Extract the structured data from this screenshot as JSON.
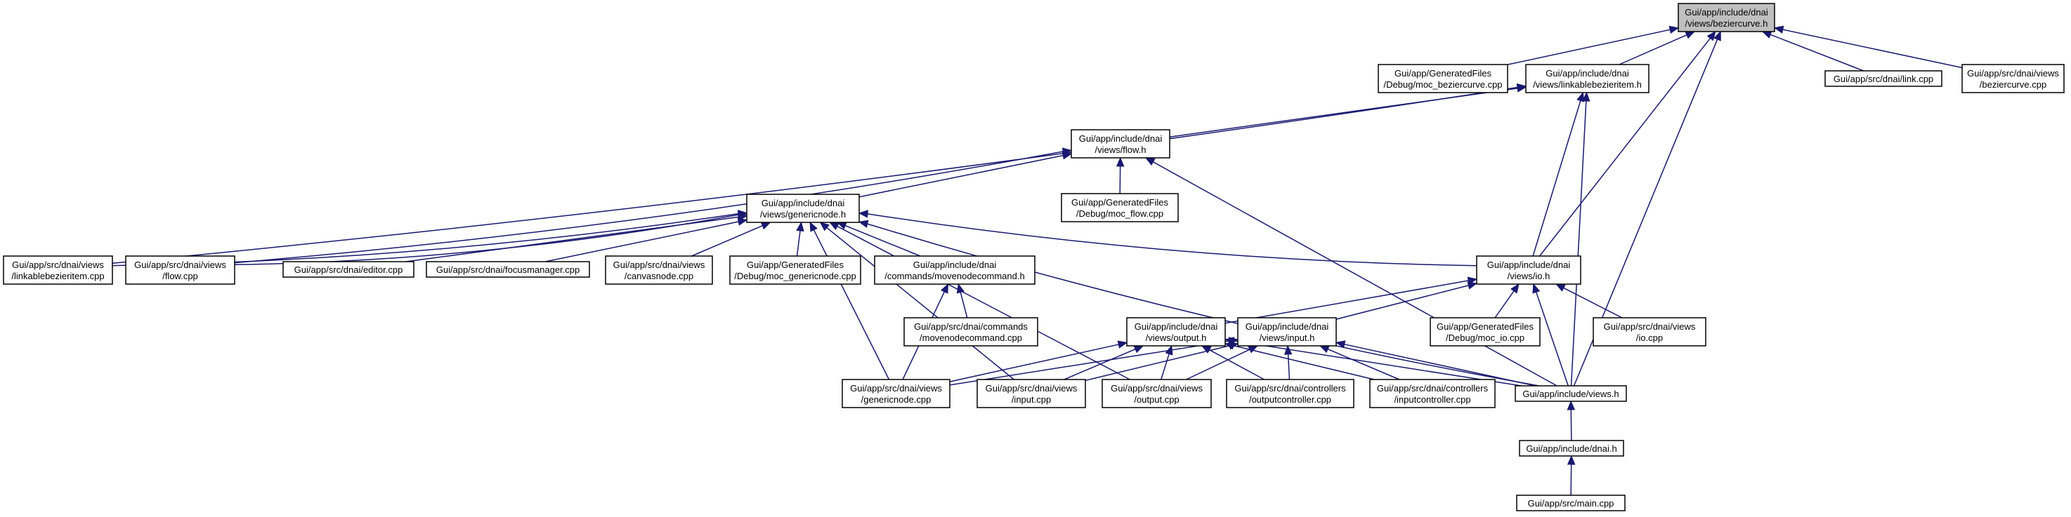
{
  "graph": {
    "type": "include-dependency-graph",
    "colors": {
      "edge": "#191970",
      "root_fill": "#bfbfbf",
      "node_fill": "#ffffff",
      "node_border": "#000000"
    },
    "nodes": [
      {
        "id": "beziercurve_h",
        "lines": [
          "Gui/app/include/dnai",
          "/views/beziercurve.h"
        ],
        "root": true
      },
      {
        "id": "moc_beziercurve",
        "lines": [
          "Gui/app/GeneratedFiles",
          "/Debug/moc_beziercurve.cpp"
        ]
      },
      {
        "id": "linkablebezieritem_h",
        "lines": [
          "Gui/app/include/dnai",
          "/views/linkablebezieritem.h"
        ]
      },
      {
        "id": "link_cpp",
        "lines": [
          "Gui/app/src/dnai/link.cpp"
        ]
      },
      {
        "id": "beziercurve_cpp",
        "lines": [
          "Gui/app/src/dnai/views",
          "/beziercurve.cpp"
        ]
      },
      {
        "id": "flow_h",
        "lines": [
          "Gui/app/include/dnai",
          "/views/flow.h"
        ]
      },
      {
        "id": "moc_flow",
        "lines": [
          "Gui/app/GeneratedFiles",
          "/Debug/moc_flow.cpp"
        ]
      },
      {
        "id": "genericnode_h",
        "lines": [
          "Gui/app/include/dnai",
          "/views/genericnode.h"
        ]
      },
      {
        "id": "linkablebezieritem_cpp",
        "lines": [
          "Gui/app/src/dnai/views",
          "/linkablebezieritem.cpp"
        ]
      },
      {
        "id": "flow_cpp",
        "lines": [
          "Gui/app/src/dnai/views",
          "/flow.cpp"
        ]
      },
      {
        "id": "editor_cpp",
        "lines": [
          "Gui/app/src/dnai/editor.cpp"
        ]
      },
      {
        "id": "focusmanager_cpp",
        "lines": [
          "Gui/app/src/dnai/focusmanager.cpp"
        ]
      },
      {
        "id": "canvasnode_cpp",
        "lines": [
          "Gui/app/src/dnai/views",
          "/canvasnode.cpp"
        ]
      },
      {
        "id": "moc_genericnode",
        "lines": [
          "Gui/app/GeneratedFiles",
          "/Debug/moc_genericnode.cpp"
        ]
      },
      {
        "id": "movenodecommand_h",
        "lines": [
          "Gui/app/include/dnai",
          "/commands/movenodecommand.h"
        ]
      },
      {
        "id": "io_h",
        "lines": [
          "Gui/app/include/dnai",
          "/views/io.h"
        ]
      },
      {
        "id": "movenodecommand_cpp",
        "lines": [
          "Gui/app/src/dnai/commands",
          "/movenodecommand.cpp"
        ]
      },
      {
        "id": "output_h",
        "lines": [
          "Gui/app/include/dnai",
          "/views/output.h"
        ]
      },
      {
        "id": "input_h",
        "lines": [
          "Gui/app/include/dnai",
          "/views/input.h"
        ]
      },
      {
        "id": "moc_io",
        "lines": [
          "Gui/app/GeneratedFiles",
          "/Debug/moc_io.cpp"
        ]
      },
      {
        "id": "io_cpp",
        "lines": [
          "Gui/app/src/dnai/views",
          "/io.cpp"
        ]
      },
      {
        "id": "genericnode_cpp",
        "lines": [
          "Gui/app/src/dnai/views",
          "/genericnode.cpp"
        ]
      },
      {
        "id": "input_cpp",
        "lines": [
          "Gui/app/src/dnai/views",
          "/input.cpp"
        ]
      },
      {
        "id": "output_cpp",
        "lines": [
          "Gui/app/src/dnai/views",
          "/output.cpp"
        ]
      },
      {
        "id": "outputcontroller_cpp",
        "lines": [
          "Gui/app/src/dnai/controllers",
          "/outputcontroller.cpp"
        ]
      },
      {
        "id": "inputcontroller_cpp",
        "lines": [
          "Gui/app/src/dnai/controllers",
          "/inputcontroller.cpp"
        ]
      },
      {
        "id": "views_h",
        "lines": [
          "Gui/app/include/views.h"
        ]
      },
      {
        "id": "dnai_h",
        "lines": [
          "Gui/app/include/dnai.h"
        ]
      },
      {
        "id": "main_cpp",
        "lines": [
          "Gui/app/src/main.cpp"
        ]
      }
    ],
    "edges": [
      [
        "moc_beziercurve",
        "beziercurve_h"
      ],
      [
        "linkablebezieritem_h",
        "beziercurve_h"
      ],
      [
        "link_cpp",
        "beziercurve_h"
      ],
      [
        "beziercurve_cpp",
        "beziercurve_h"
      ],
      [
        "io_h",
        "beziercurve_h"
      ],
      [
        "views_h",
        "beziercurve_h"
      ],
      [
        "flow_h",
        "linkablebezieritem_h"
      ],
      [
        "linkablebezieritem_cpp",
        "linkablebezieritem_h"
      ],
      [
        "io_h",
        "linkablebezieritem_h"
      ],
      [
        "views_h",
        "linkablebezieritem_h"
      ],
      [
        "moc_flow",
        "flow_h"
      ],
      [
        "genericnode_h",
        "flow_h"
      ],
      [
        "flow_cpp",
        "flow_h"
      ],
      [
        "views_h",
        "flow_h"
      ],
      [
        "linkablebezieritem_cpp",
        "genericnode_h"
      ],
      [
        "flow_cpp",
        "genericnode_h"
      ],
      [
        "editor_cpp",
        "genericnode_h"
      ],
      [
        "focusmanager_cpp",
        "genericnode_h"
      ],
      [
        "canvasnode_cpp",
        "genericnode_h"
      ],
      [
        "moc_genericnode",
        "genericnode_h"
      ],
      [
        "movenodecommand_h",
        "genericnode_h"
      ],
      [
        "io_h",
        "genericnode_h"
      ],
      [
        "genericnode_cpp",
        "genericnode_h"
      ],
      [
        "input_cpp",
        "genericnode_h"
      ],
      [
        "output_cpp",
        "genericnode_h"
      ],
      [
        "views_h",
        "genericnode_h"
      ],
      [
        "movenodecommand_cpp",
        "movenodecommand_h"
      ],
      [
        "genericnode_cpp",
        "movenodecommand_h"
      ],
      [
        "output_h",
        "io_h"
      ],
      [
        "input_h",
        "io_h"
      ],
      [
        "moc_io",
        "io_h"
      ],
      [
        "io_cpp",
        "io_h"
      ],
      [
        "views_h",
        "io_h"
      ],
      [
        "genericnode_cpp",
        "output_h"
      ],
      [
        "input_cpp",
        "output_h"
      ],
      [
        "output_cpp",
        "output_h"
      ],
      [
        "outputcontroller_cpp",
        "output_h"
      ],
      [
        "inputcontroller_cpp",
        "output_h"
      ],
      [
        "views_h",
        "output_h"
      ],
      [
        "genericnode_cpp",
        "input_h"
      ],
      [
        "input_cpp",
        "input_h"
      ],
      [
        "output_cpp",
        "input_h"
      ],
      [
        "outputcontroller_cpp",
        "input_h"
      ],
      [
        "inputcontroller_cpp",
        "input_h"
      ],
      [
        "views_h",
        "input_h"
      ],
      [
        "dnai_h",
        "views_h"
      ],
      [
        "main_cpp",
        "dnai_h"
      ]
    ]
  }
}
